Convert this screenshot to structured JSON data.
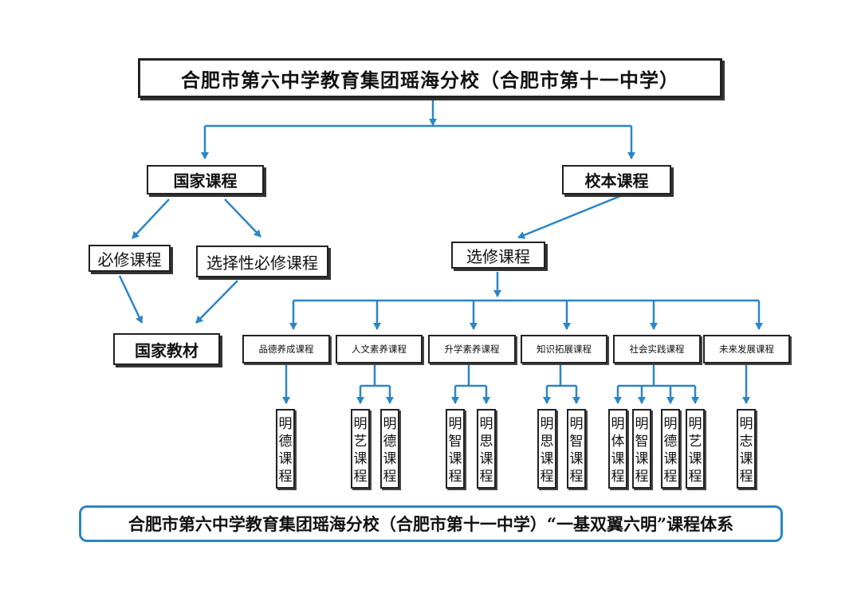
{
  "diagram": {
    "title": "合肥市第六中学教育集团瑶海分校（合肥市第十一中学）",
    "national_course": "国家课程",
    "school_course": "校本课程",
    "required_course": "必修课程",
    "selective_required_course": "选择性必修课程",
    "elective_course": "选修课程",
    "national_textbook": "国家教材",
    "categories": [
      {
        "label": "品德养成课程",
        "children": [
          "明德课程"
        ]
      },
      {
        "label": "人文素养课程",
        "children": [
          "明艺课程",
          "明德课程"
        ]
      },
      {
        "label": "升学素养课程",
        "children": [
          "明智课程",
          "明思课程"
        ]
      },
      {
        "label": "知识拓展课程",
        "children": [
          "明思课程",
          "明智课程"
        ]
      },
      {
        "label": "社会实践课程",
        "children": [
          "明体课程",
          "明智课程",
          "明德课程",
          "明艺课程"
        ]
      },
      {
        "label": "未来发展课程",
        "children": [
          "明志课程"
        ]
      }
    ],
    "caption": "合肥市第六中学教育集团瑶海分校（合肥市第十一中学）“一基双翼六明”课程体系"
  },
  "colors": {
    "connector": "#2b86c5",
    "border": "#222222"
  }
}
